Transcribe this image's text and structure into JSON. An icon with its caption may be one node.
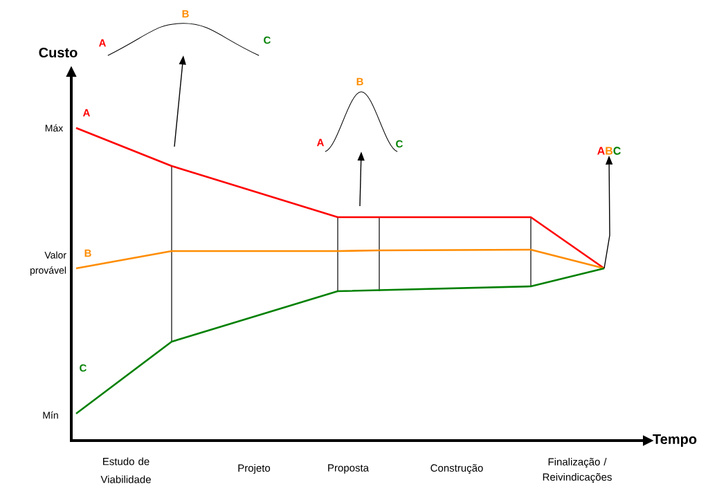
{
  "diagram": {
    "nodes": [
      {
        "text": [],
        "shape": "curve",
        "beside": [
          "A",
          "B",
          "C"
        ]
      },
      {
        "text": [],
        "shape": "curve",
        "beside": [
          "B",
          "A",
          "C"
        ]
      },
      {
        "text": [
          "A",
          "B",
          "C"
        ]
      }
    ],
    "edges": [
      {
        "from": null,
        "to": 0,
        "arrow": "to"
      },
      {
        "from": null,
        "to": 1,
        "arrow": "to"
      },
      {
        "from": null,
        "to": 2,
        "arrow": "to"
      }
    ],
    "labels": [
      "Custo",
      "A",
      "Máx",
      "Valor provável",
      "B",
      "C",
      "Mín",
      "Tempo",
      "Estudo de Viabilidade",
      "Projeto",
      "Proposta",
      "Construção",
      "Finalização / Reivindicações"
    ]
  }
}
